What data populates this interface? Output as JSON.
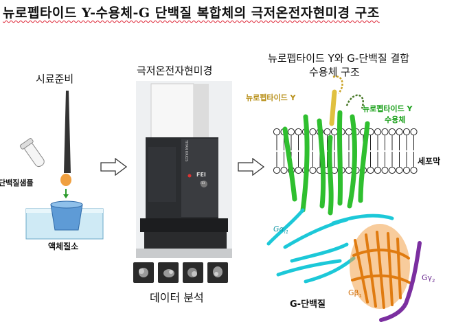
{
  "title": "뉴로펩타이드 Y-수용체-G 단백질 복합체의 극저온전자현미경 구조",
  "sample_prep": {
    "heading": "시료준비",
    "protein_sample_label": "단백질샘플",
    "liquid_nitrogen_label": "액체질소"
  },
  "microscope": {
    "heading": "극저온전자현미경",
    "brand_text": "TITAN KRIOS",
    "logo_text": "FEI",
    "badge_text": "FEI"
  },
  "data_analysis_label": "데이터 분석",
  "structure": {
    "heading_line1": "뉴로펩타이드 Y와 G-단백질 결합",
    "heading_line2": "수용체 구조",
    "npy_label": "뉴로펩타이드 Y",
    "receptor_label_line1": "뉴로펩타이드 Y",
    "receptor_label_line2": "수용체",
    "membrane_label": "세포막",
    "galpha_label": "Gα",
    "galpha_sub": "i1",
    "gbeta_label": "Gβ",
    "gbeta_sub": "1",
    "ggamma_label": "Gγ",
    "ggamma_sub": "2",
    "gprotein_label": "G-단백질"
  },
  "colors": {
    "npy": "#c9a227",
    "receptor": "#2fbf2f",
    "receptor_text": "#1aa01a",
    "galpha": "#1cc8d8",
    "gbeta": "#e07b10",
    "ggamma": "#7b2fa0",
    "sample_drop": "#f0a040",
    "liquid": "#b9e4f2",
    "cup": "#4a8fd0"
  }
}
